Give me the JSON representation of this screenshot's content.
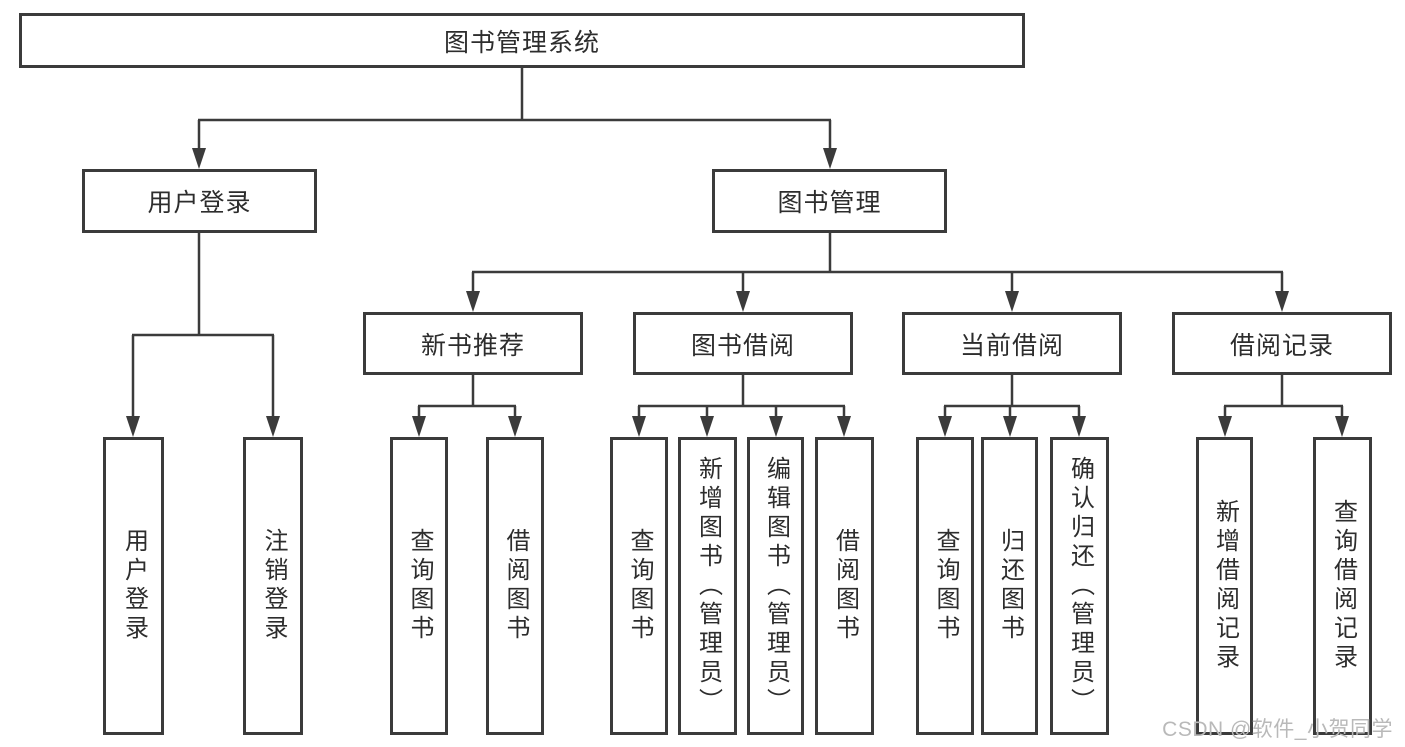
{
  "diagram": {
    "root": {
      "label": "图书管理系统"
    },
    "branches": [
      {
        "label": "用户登录",
        "children": [
          {
            "label": "用户登录"
          },
          {
            "label": "注销登录"
          }
        ]
      },
      {
        "label": "图书管理",
        "children": [
          {
            "label": "新书推荐",
            "children": [
              {
                "label": "查询图书"
              },
              {
                "label": "借阅图书"
              }
            ]
          },
          {
            "label": "图书借阅",
            "children": [
              {
                "label": "查询图书"
              },
              {
                "label": "新增图书（管理员）"
              },
              {
                "label": "编辑图书（管理员）"
              },
              {
                "label": "借阅图书"
              }
            ]
          },
          {
            "label": "当前借阅",
            "children": [
              {
                "label": "查询图书"
              },
              {
                "label": "归还图书"
              },
              {
                "label": "确认归还（管理员）"
              }
            ]
          },
          {
            "label": "借阅记录",
            "children": [
              {
                "label": "新增借阅记录"
              },
              {
                "label": "查询借阅记录"
              }
            ]
          }
        ]
      }
    ]
  },
  "watermark": {
    "text": "CSDN @软件_小贺同学"
  },
  "colors": {
    "line": "#3b3b3b",
    "text": "#2d2d2d",
    "watermark": "#b9b9b9",
    "background": "#ffffff"
  }
}
